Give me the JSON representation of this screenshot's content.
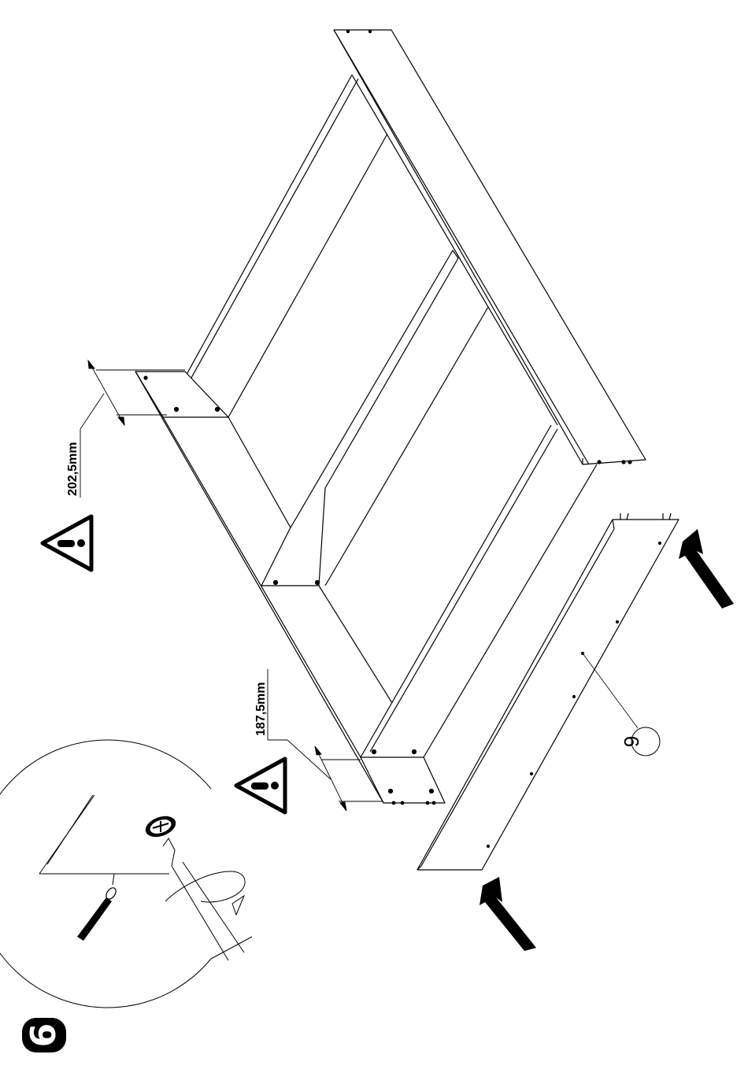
{
  "step_number": "6",
  "dimensions": {
    "top_spacing": "202,5mm",
    "bottom_spacing": "187,5mm"
  },
  "part_label": "9",
  "warning_icon": "warning-triangle-icon",
  "tools": [
    "cam-lock-icon",
    "screwdriver-icon",
    "dowel-icon"
  ],
  "arrows": [
    "push-arrow-icon",
    "push-arrow-icon"
  ]
}
